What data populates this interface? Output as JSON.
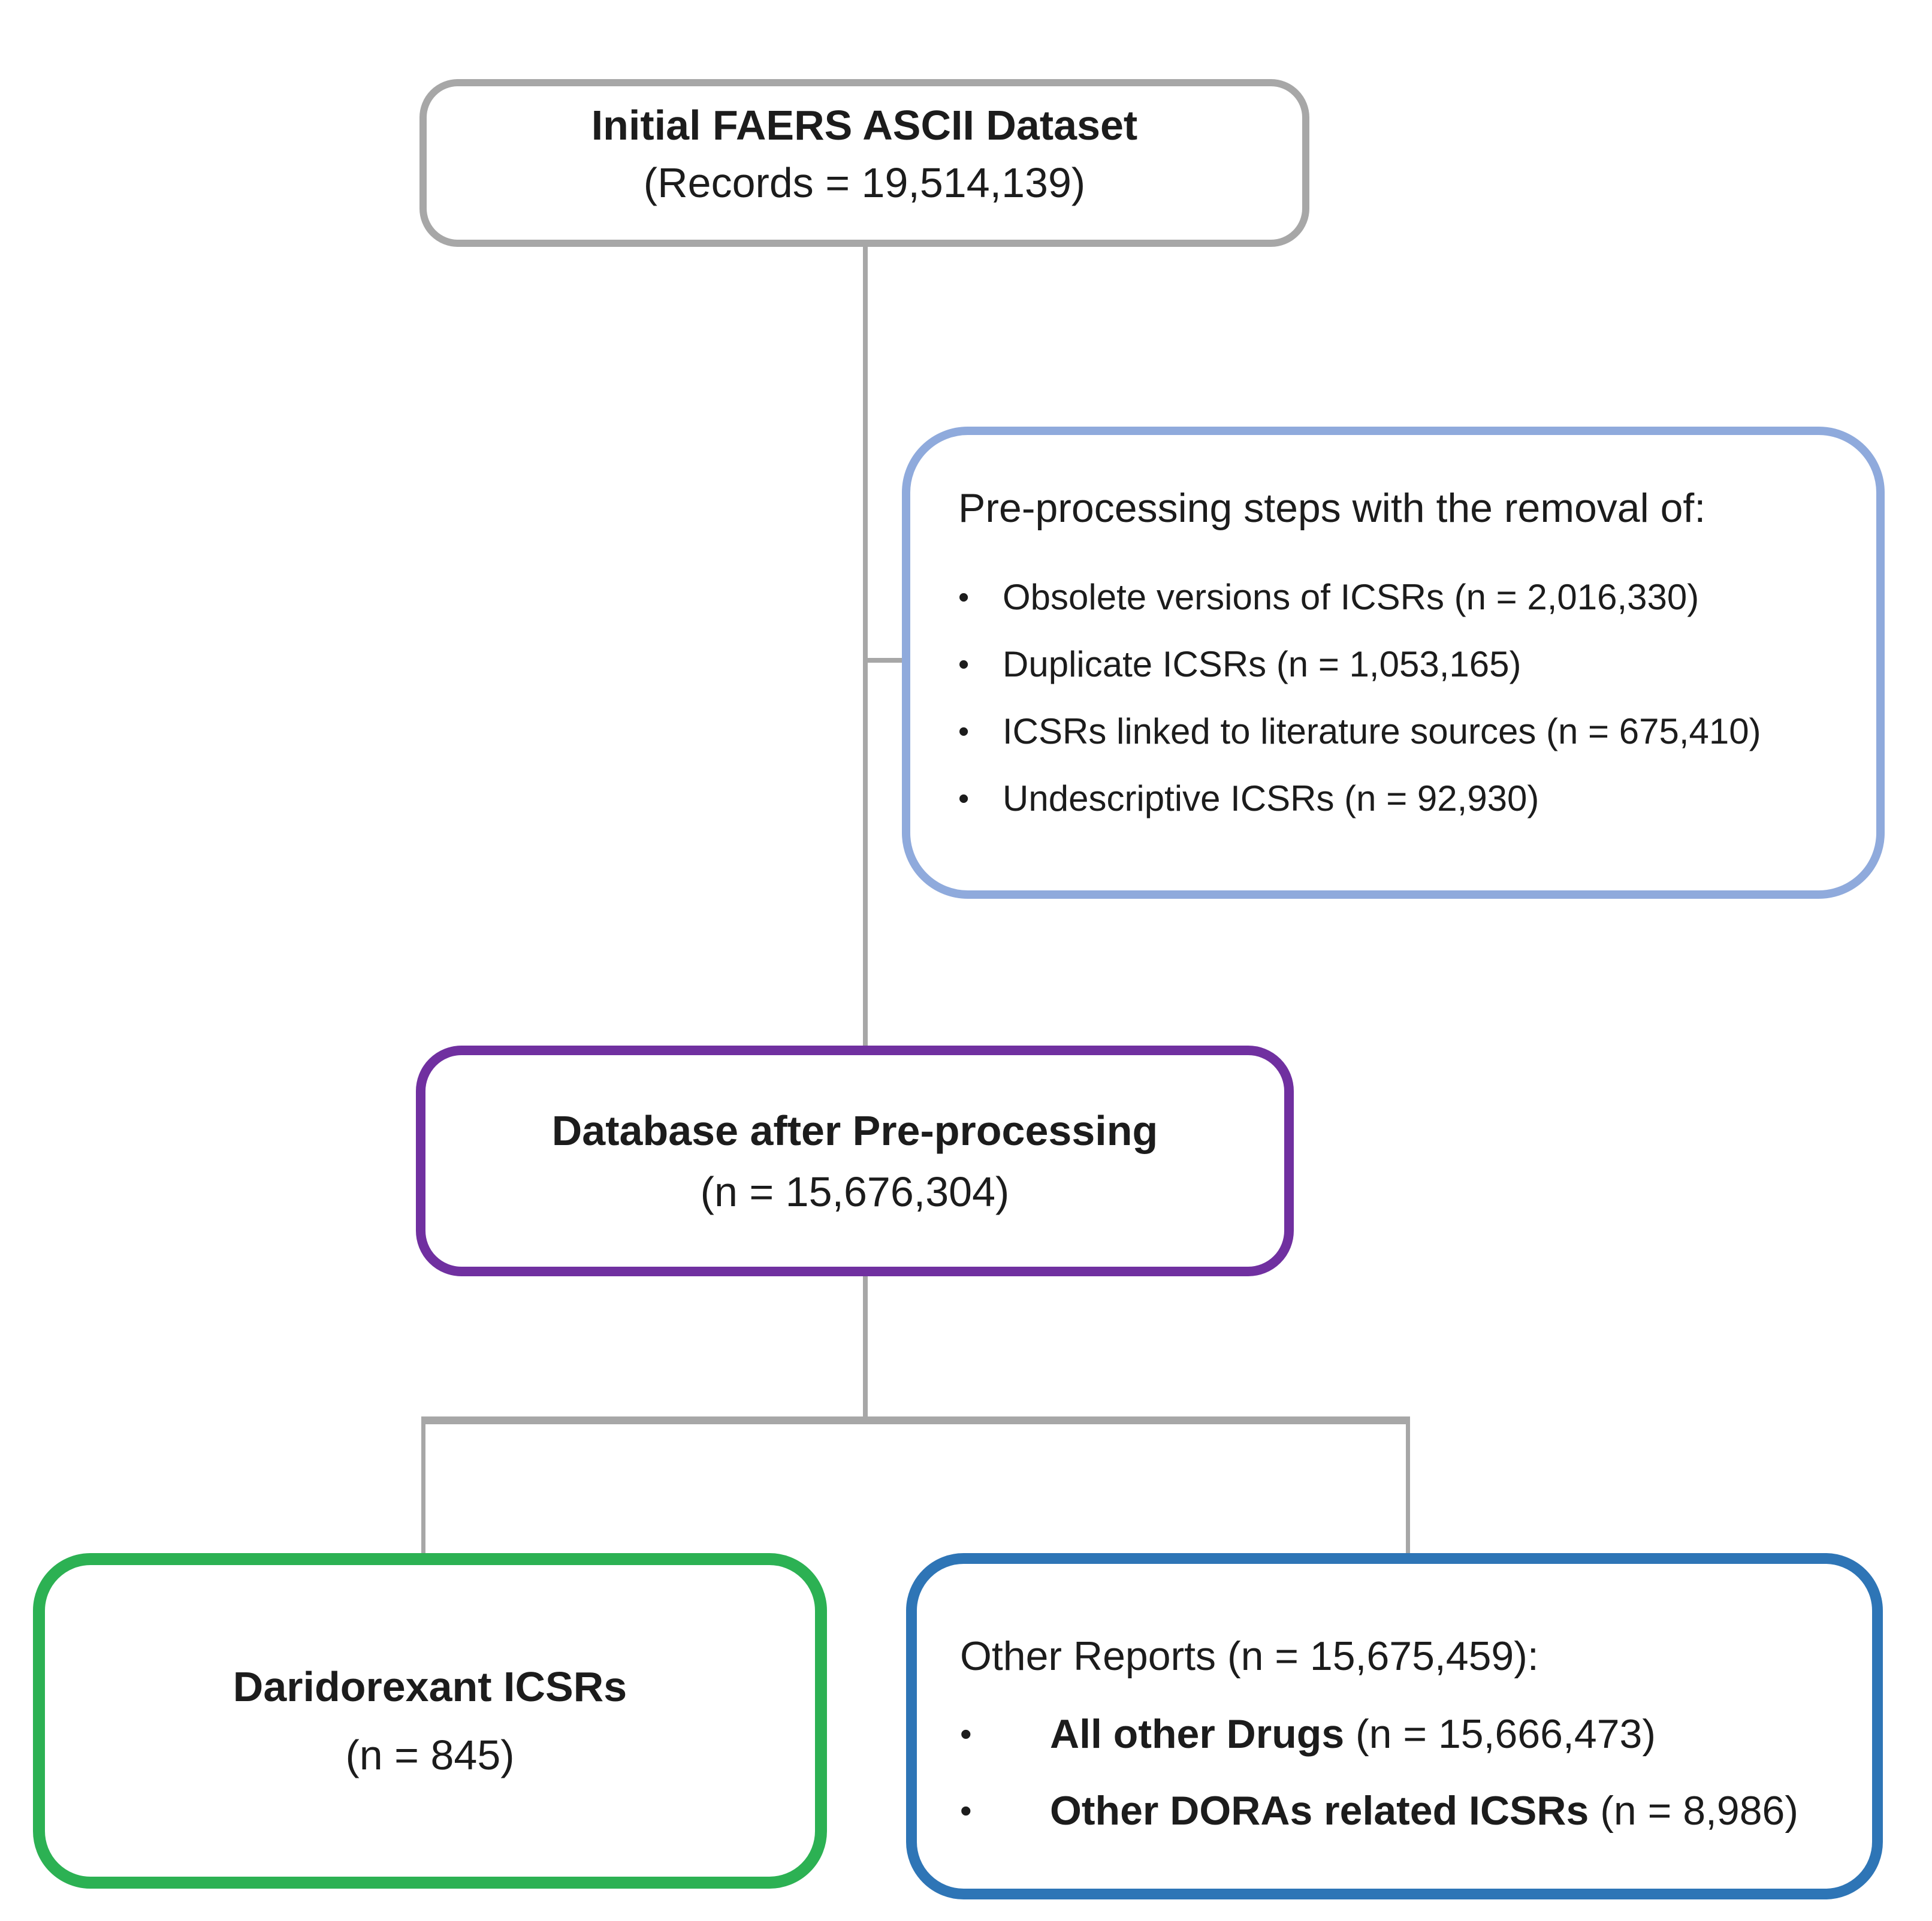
{
  "diagram": {
    "bullet_char": "•",
    "boxes": {
      "initial": {
        "title": "Initial FAERS ASCII Dataset",
        "subtitle": "(Records = 19,514,139)"
      },
      "preprocessing": {
        "title": "Pre-processing steps with the removal of:",
        "items": [
          "Obsolete versions of ICSRs (n = 2,016,330)",
          "Duplicate ICSRs (n = 1,053,165)",
          "ICSRs linked to literature sources (n = 675,410)",
          "Undescriptive ICSRs (n = 92,930)"
        ]
      },
      "database": {
        "title": "Database after Pre-processing",
        "subtitle": "(n = 15,676,304)"
      },
      "daridorexant": {
        "title": "Daridorexant ICSRs",
        "subtitle": "(n = 845)"
      },
      "other_reports": {
        "title": "Other Reports (n = 15,675,459):",
        "items": [
          {
            "label": "All other Drugs",
            "value": " (n = 15,666,473)"
          },
          {
            "label": "Other DORAs related ICSRs",
            "value": " (n = 8,986)"
          }
        ]
      }
    },
    "colors": {
      "initial_border": "#a7a7a7",
      "preprocessing_border": "#8faadc",
      "database_border": "#7030a0",
      "daridorexant_border": "#2cb153",
      "other_reports_border": "#2e75b6",
      "connector": "#a7a7a7",
      "text": "#1c1c1c"
    }
  }
}
